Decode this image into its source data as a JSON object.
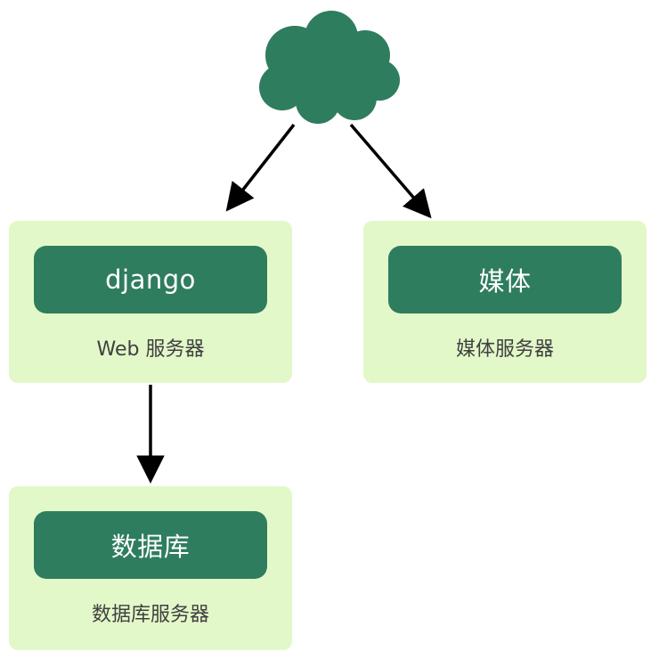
{
  "colors": {
    "green": "#2e7d5e",
    "light-green": "#e3f8c9",
    "caption": "#3f4040",
    "arrow": "#000000"
  },
  "cloud": {
    "name": "internet-cloud"
  },
  "nodes": {
    "web": {
      "title": "django",
      "label": "Web 服务器"
    },
    "media": {
      "title": "媒体",
      "label": "媒体服务器"
    },
    "db": {
      "title": "数据库",
      "label": "数据库服务器"
    }
  }
}
